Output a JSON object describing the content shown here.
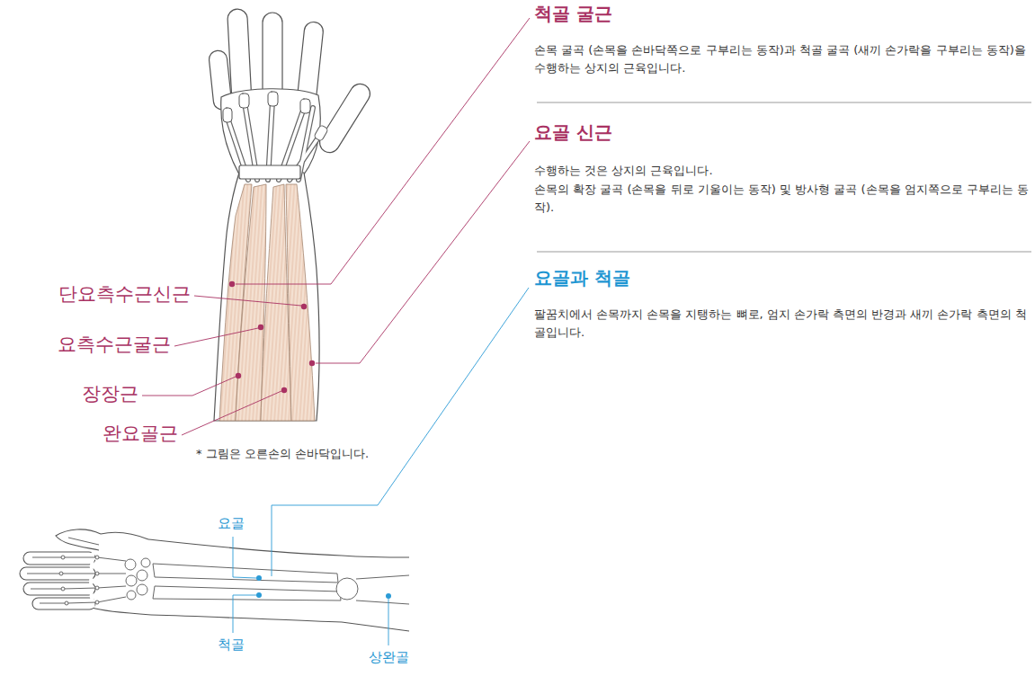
{
  "diagram": {
    "labels": [
      "척골 굴근",
      "손목 굴곡 (손목을 손바닥쪽으로 구부리는 동작)과 척골 굴곡 (새끼 손가락을 구부리는 동작)을 수행하는 상지의 근육입니다.",
      "요골 신근",
      "수행하는 것은 상지의 근육입니다.",
      "손목의 확장 굴곡 (손목을 뒤로 기울이는 동작) 및 방사형 굴곡 (손목을 엄지쪽으로 구부리는 동작).",
      "요골과 척골",
      "팔꿈치에서 손목까지 손목을 지탱하는 뼈로, 엄지 손가락 측면의 반경과 새끼 손가락 측면의 척골입니다.",
      "단요측수근신근",
      "요측수근굴근",
      "장장근",
      "완요골근",
      "* 그림은 오른손의 손바닥입니다.",
      "요골",
      "척골",
      "상완골"
    ]
  }
}
